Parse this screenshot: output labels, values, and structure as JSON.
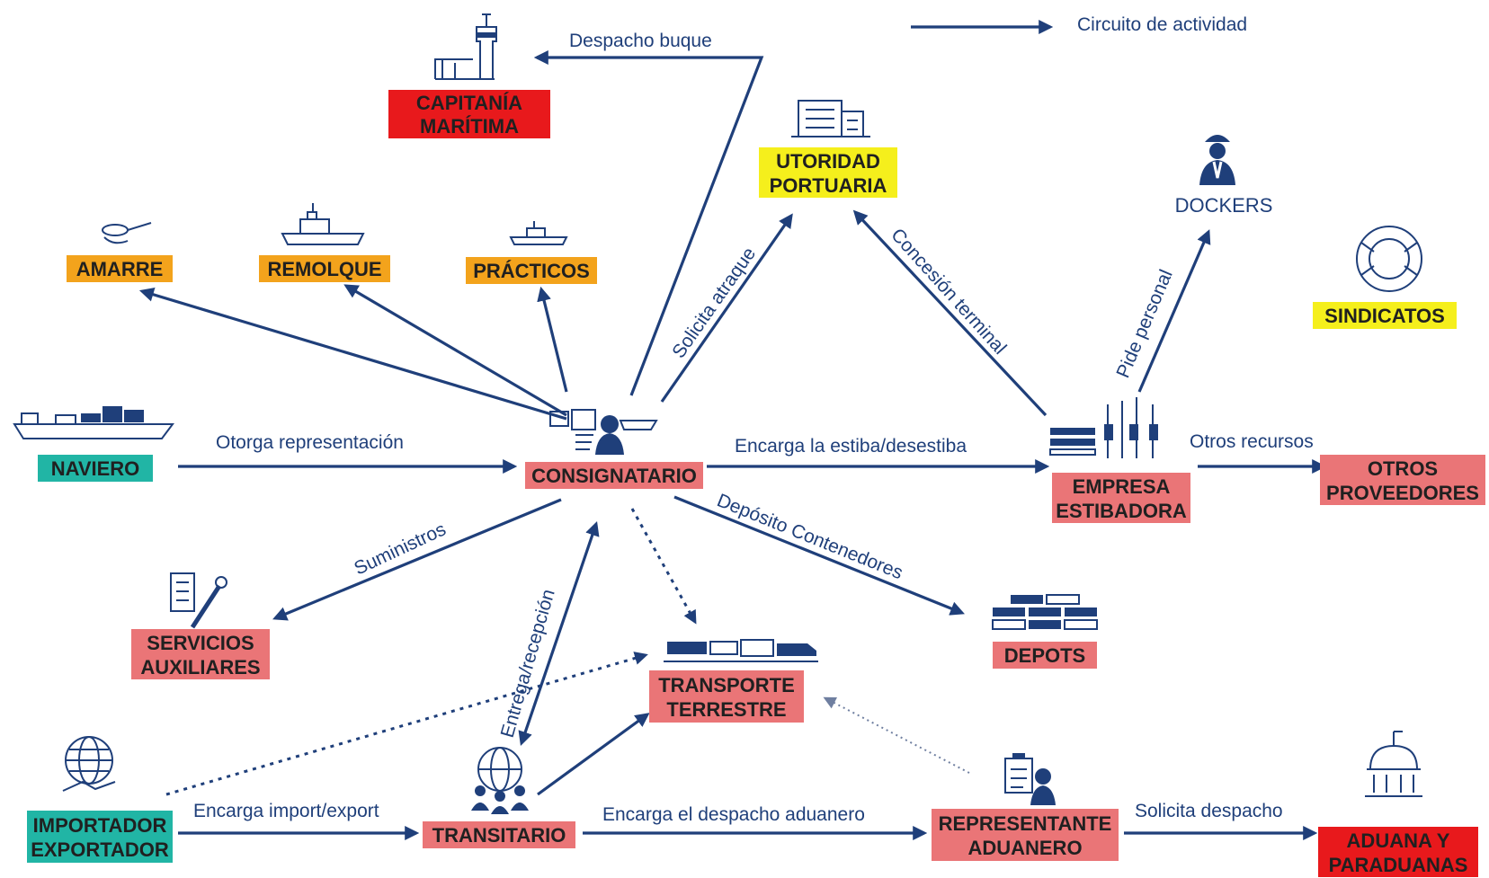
{
  "colors": {
    "arrow": "#1f3f7a",
    "red": "#e8191c",
    "pink": "#ea7577",
    "orange": "#f3a31c",
    "yellow": "#f5ef1c",
    "teal": "#21b5a5"
  },
  "legend": {
    "label": "Circuito de actividad"
  },
  "nodes": {
    "capitania": {
      "line1": "CAPITANÍA",
      "line2": "MARÍTIMA",
      "color": "red",
      "icon": "control-tower-icon"
    },
    "autoridad": {
      "line1": "UTORIDAD",
      "line2": "PORTUARIA",
      "color": "yellow",
      "icon": "office-building-icon"
    },
    "dockers": {
      "line1": "DOCKERS",
      "color": "none",
      "icon": "dock-worker-icon"
    },
    "sindicatos": {
      "line1": "SINDICATOS",
      "color": "yellow",
      "icon": "union-hands-icon"
    },
    "amarre": {
      "line1": "AMARRE",
      "color": "orange",
      "icon": "mooring-bollard-icon"
    },
    "remolque": {
      "line1": "REMOLQUE",
      "color": "orange",
      "icon": "tugboat-icon"
    },
    "practicos": {
      "line1": "PRÁCTICOS",
      "color": "orange",
      "icon": "pilot-boat-icon"
    },
    "naviero": {
      "line1": "NAVIERO",
      "color": "teal",
      "icon": "cargo-ship-icon"
    },
    "consignatario": {
      "line1": "CONSIGNATARIO",
      "color": "pink",
      "icon": "agent-icon"
    },
    "empresa": {
      "line1": "EMPRESA",
      "line2": "ESTIBADORA",
      "color": "pink",
      "icon": "stevedore-cranes-icon"
    },
    "otros": {
      "line1": "OTROS",
      "line2": "PROVEEDORES",
      "color": "pink"
    },
    "servicios": {
      "line1": "SERVICIOS",
      "line2": "AUXILIARES",
      "color": "pink",
      "icon": "tools-icon"
    },
    "depots": {
      "line1": "DEPOTS",
      "color": "pink",
      "icon": "container-stack-icon"
    },
    "transporte": {
      "line1": "TRANSPORTE",
      "line2": "TERRESTRE",
      "color": "pink",
      "icon": "truck-train-icon"
    },
    "importador": {
      "line1": "IMPORTADOR",
      "line2": "EXPORTADOR",
      "color": "teal",
      "icon": "globe-handshake-icon"
    },
    "transitario": {
      "line1": "TRANSITARIO",
      "color": "pink",
      "icon": "globe-people-icon"
    },
    "representante": {
      "line1": "REPRESENTANTE",
      "line2": "ADUANERO",
      "color": "pink",
      "icon": "customs-agent-icon"
    },
    "aduana": {
      "line1": "ADUANA Y",
      "line2": "PARADUANAS",
      "color": "red",
      "icon": "customs-building-icon"
    }
  },
  "edges": {
    "despacho_buque": "Despacho buque",
    "solicita_atraque": "Solicita atraque",
    "concesion_terminal": "Concesión terminal",
    "pide_personal": "Pide personal",
    "otorga_representacion": "Otorga representación",
    "encarga_estiba": "Encarga la estiba/desestiba",
    "otros_recursos": "Otros recursos",
    "suministros": "Suministros",
    "deposito_contenedores": "Depósito Contenedores",
    "entrega_recepcion": "Entrega/recepción",
    "encarga_import_export": "Encarga import/export",
    "encarga_despacho_aduanero": "Encarga el despacho aduanero",
    "solicita_despacho": "Solicita despacho"
  }
}
